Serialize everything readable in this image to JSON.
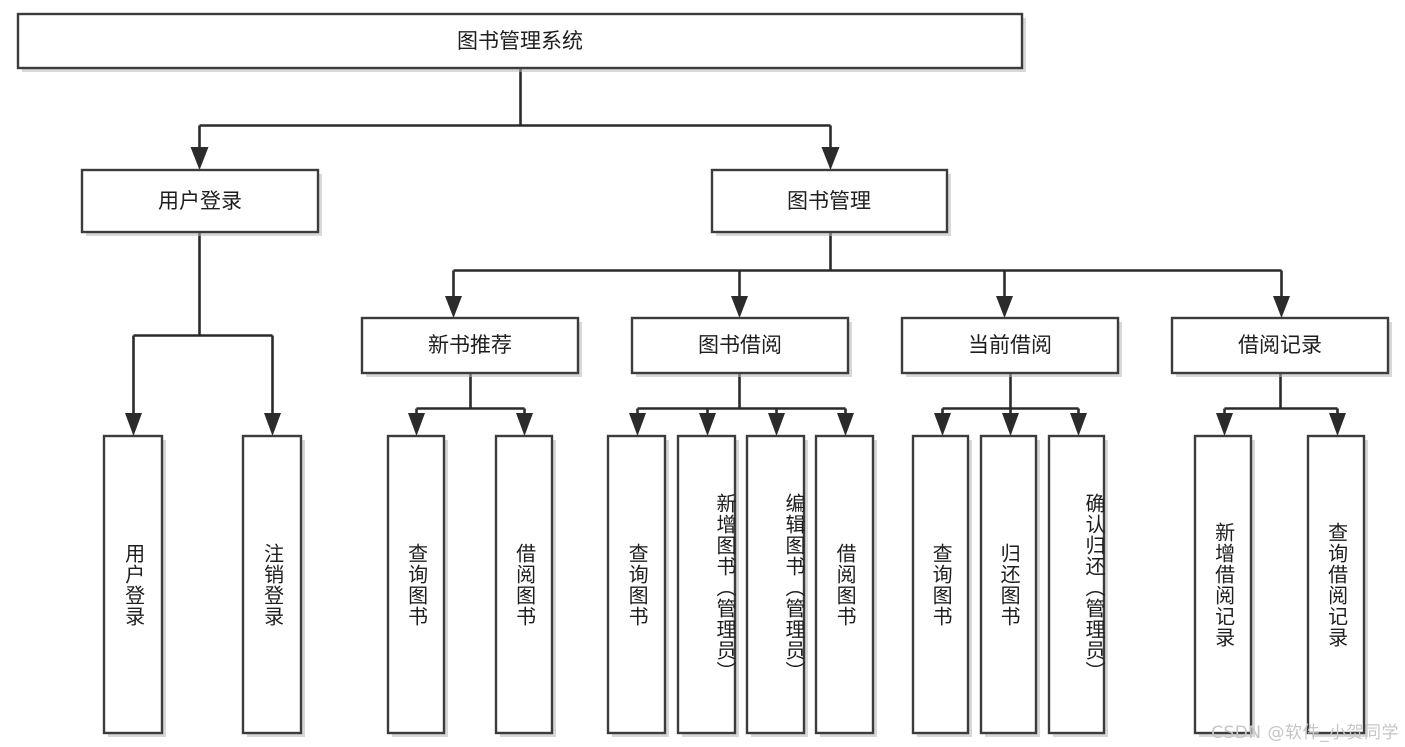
{
  "diagram": {
    "title": "图书管理系统",
    "type": "tree-hierarchy",
    "root": {
      "id": "root",
      "label": "图书管理系统",
      "level": 0
    },
    "level2": [
      {
        "id": "user-login",
        "label": "用户登录"
      },
      {
        "id": "book-manage",
        "label": "图书管理"
      }
    ],
    "level3": [
      {
        "id": "new-book-rec",
        "label": "新书推荐",
        "parent": "book-manage"
      },
      {
        "id": "book-borrow",
        "label": "图书借阅",
        "parent": "book-manage"
      },
      {
        "id": "current-borrow",
        "label": "当前借阅",
        "parent": "book-manage"
      },
      {
        "id": "borrow-record",
        "label": "借阅记录",
        "parent": "book-manage"
      }
    ],
    "leaves": [
      {
        "id": "leaf-user-login",
        "label": "用户登录",
        "parent": "user-login"
      },
      {
        "id": "leaf-logout-login",
        "label": "注销登录",
        "parent": "user-login"
      },
      {
        "id": "leaf-query-book-1",
        "label": "查询图书",
        "parent": "new-book-rec"
      },
      {
        "id": "leaf-borrow-book-1",
        "label": "借阅图书",
        "parent": "new-book-rec"
      },
      {
        "id": "leaf-query-book-2",
        "label": "查询图书",
        "parent": "book-borrow"
      },
      {
        "id": "leaf-add-book",
        "label": "新增图书（管理员）",
        "parent": "book-borrow"
      },
      {
        "id": "leaf-edit-book",
        "label": "编辑图书（管理员）",
        "parent": "book-borrow"
      },
      {
        "id": "leaf-borrow-book-2",
        "label": "借阅图书",
        "parent": "book-borrow"
      },
      {
        "id": "leaf-query-book-3",
        "label": "查询图书",
        "parent": "current-borrow"
      },
      {
        "id": "leaf-return-book",
        "label": "归还图书",
        "parent": "current-borrow"
      },
      {
        "id": "leaf-confirm-return",
        "label": "确认归还（管理员）",
        "parent": "current-borrow"
      },
      {
        "id": "leaf-add-record",
        "label": "新增借阅记录",
        "parent": "borrow-record"
      },
      {
        "id": "leaf-query-record",
        "label": "查询借阅记录",
        "parent": "borrow-record"
      }
    ],
    "colors": {
      "box_stroke": "#3c3c3c",
      "box_fill": "#ffffff",
      "connector": "#2b2b2b",
      "text": "#1e1e1e",
      "background": "#ffffff",
      "watermark": "#c6c6c6"
    }
  },
  "watermark": {
    "text": "CSDN @软件_小贺同学"
  }
}
